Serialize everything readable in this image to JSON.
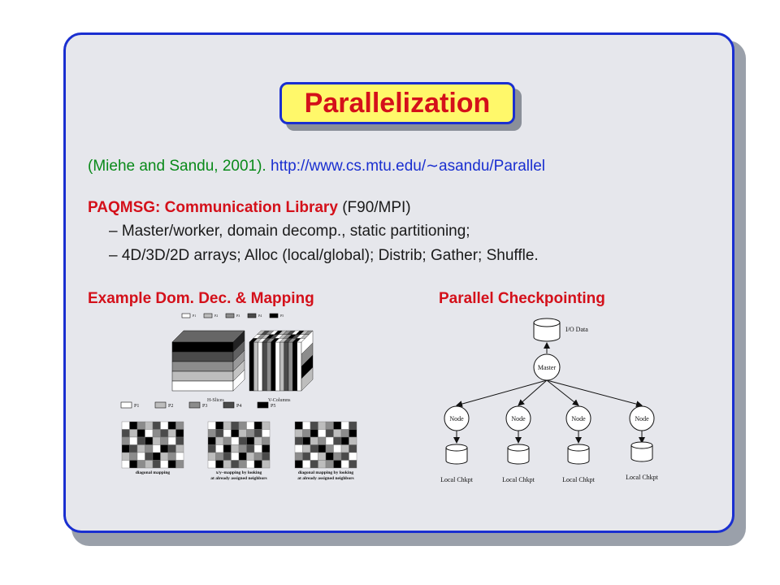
{
  "title": "Parallelization",
  "citation": {
    "text": "(Miehe and Sandu, 2001).",
    "url": "http://www.cs.mtu.edu/∼asandu/Parallel"
  },
  "paqmsg": {
    "name": "PAQMSG: Communication Library",
    "suffix": "(F90/MPI)",
    "items": [
      "– Master/worker, domain decomp., static partitioning;",
      "– 4D/3D/2D arrays; Alloc (local/global); Distrib; Gather; Shuffle."
    ]
  },
  "left_section": {
    "heading": "Example Dom. Dec. & Mapping",
    "legend_top": [
      "P1",
      "P2",
      "P3",
      "P4",
      "P5"
    ],
    "cube_labels": [
      "H-Slices",
      "V-Columns"
    ],
    "legend_bottom": [
      "P1",
      "P2",
      "P3",
      "P4",
      "P5"
    ],
    "grid_captions": [
      [
        "diagonal mapping"
      ],
      [
        "x/y–mapping by looking",
        "at already assigned neighbors"
      ],
      [
        "diagonal mapping by looking",
        "at already assigned neighbors"
      ]
    ]
  },
  "right_section": {
    "heading": "Parallel Checkpointing",
    "io_label": "I/O Data",
    "master_label": "Master",
    "nodes": [
      "Node",
      "Node",
      "Node",
      "Node"
    ],
    "chkpt_labels": [
      "Local Chkpt",
      "Local Chkpt",
      "Local Chkpt",
      "Local Chkpt"
    ]
  },
  "colors": {
    "frame": "#1a2fd0",
    "title_bg": "#fff86a",
    "title_text": "#d4101a",
    "citation": "#0a8a1a",
    "url": "#1a2fd0",
    "p1": "#ffffff",
    "p2": "#bdbdbd",
    "p3": "#8c8c8c",
    "p4": "#4a4a4a",
    "p5": "#000000"
  }
}
